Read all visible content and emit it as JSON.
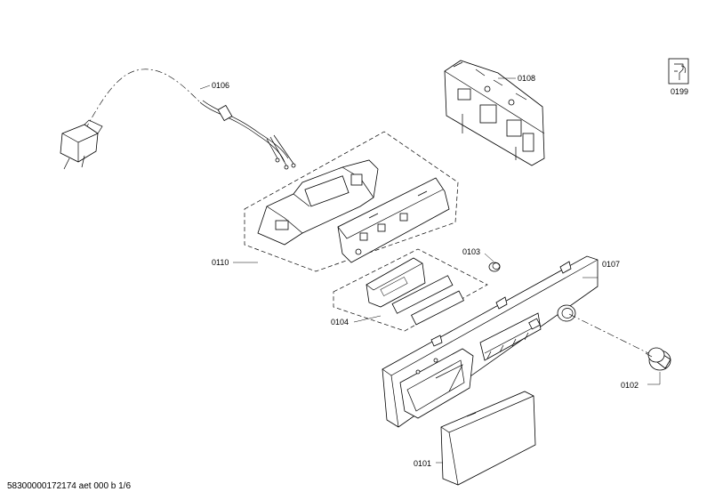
{
  "labels": {
    "p0106": "0106",
    "p0108": "0108",
    "p0199": "0199",
    "p0110": "0110",
    "p0103": "0103",
    "p0107": "0107",
    "p0104": "0104",
    "p0102": "0102",
    "p0101": "0101"
  },
  "footer": "58300000172174 aet 000 b 1/6",
  "icons": {
    "service": "wrench-manual-icon"
  }
}
